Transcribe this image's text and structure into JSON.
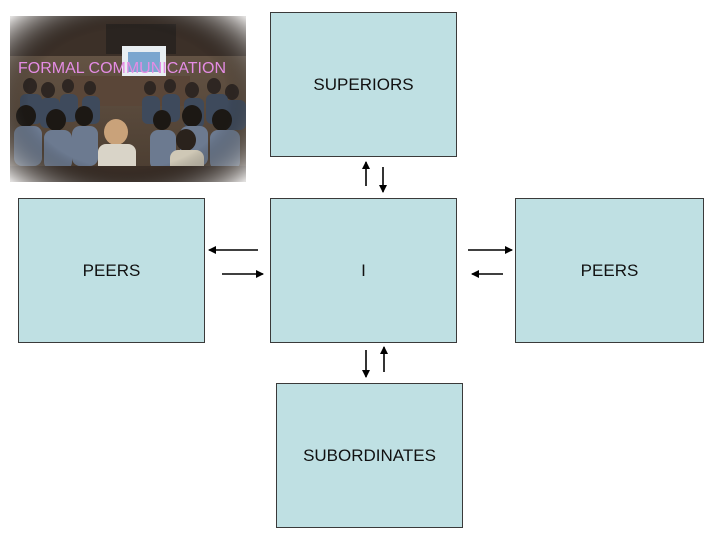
{
  "title": "FORMAL COMMUNICATION",
  "boxes": {
    "superiors": "SUPERIORS",
    "self": "I",
    "peers_left": "PEERS",
    "peers_right": "PEERS",
    "subordinates": "SUBORDINATES"
  },
  "colors": {
    "box_fill": "#bfe0e3",
    "box_border": "#3a3a3a",
    "title_text": "#e48ce4",
    "arrow": "#000000"
  },
  "photo": {
    "subject": "audience seated in a conference room facing a projection screen"
  }
}
